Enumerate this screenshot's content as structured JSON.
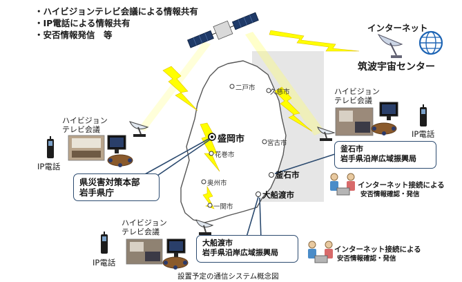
{
  "services": [
    "・ハイビジョンテレビ会議による情報共有",
    "・IP電話による情報共有",
    "・安否情報発信　等"
  ],
  "internet_label": "インターネット",
  "space_center": "筑波宇宙センター",
  "cities": {
    "morioka": "盛岡市",
    "ninohe": "二戸市",
    "kuji": "久慈市",
    "miyako": "宮古市",
    "hanamaki": "花巻市",
    "oshu": "奥州市",
    "ichinoseki": "一関市",
    "kamaishi": "釜石市",
    "ofunato": "大船渡市"
  },
  "hivision_label": [
    "ハイビジョン",
    "テレビ会議"
  ],
  "ip_phone_label": "IP電話",
  "hq_box": [
    "県災害対策本部",
    "岩手県庁"
  ],
  "kamaishi_box": [
    "釜石市",
    "岩手県沿岸広域振興局"
  ],
  "ofunato_box": [
    "大船渡市",
    "岩手県沿岸広域振興局"
  ],
  "internet_access": [
    "インターネット接続による",
    "安否情報確認・発信"
  ],
  "caption": "設置予定の通信システム概念図",
  "colors": {
    "lightning": "#ffff00",
    "map_fill": "#ffffff",
    "map_stroke": "#555555",
    "shade": "#e6e6e6",
    "box_border": "#2b4a6f",
    "leader": "#2b4a6f"
  }
}
